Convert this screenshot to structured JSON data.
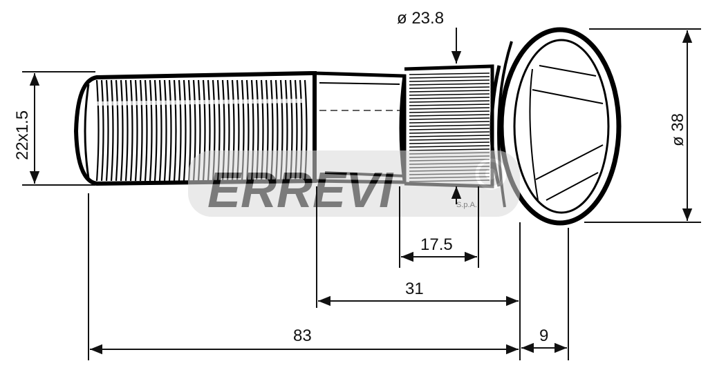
{
  "dimensions": {
    "head_dia": "ø 23.8",
    "thread": "22x1.5",
    "flange_dia": "ø 38",
    "knurl_len": "17.5",
    "shank_len": "31",
    "total_len": "83",
    "head_thick": "9"
  },
  "watermark": {
    "name": "ERREVI",
    "suffix": "S.p.A."
  }
}
